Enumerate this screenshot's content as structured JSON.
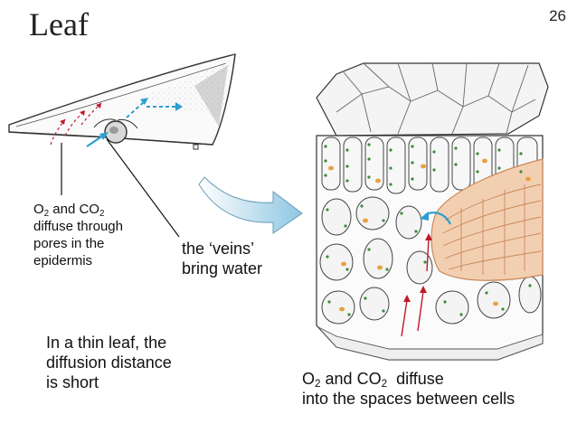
{
  "slide": {
    "title": "Leaf",
    "number": "26"
  },
  "labels": {
    "pores": {
      "line1_a": "O",
      "line1_sub1": "2",
      "line1_b": " and CO",
      "line1_sub2": "2",
      "line2": "diffuse through",
      "line3": "pores in the",
      "line4": "epidermis"
    },
    "veins": {
      "line1": "the ‘veins’",
      "line2": "bring water"
    },
    "thin_leaf": {
      "line1": "In a thin leaf, the",
      "line2": "diffusion distance",
      "line3": "is short"
    },
    "spaces": {
      "line1_a": "O",
      "line1_sub1": "2",
      "line1_b": " and CO",
      "line1_sub2": "2",
      "line1_c": "  diffuse",
      "line2": "into the spaces between cells"
    }
  },
  "colors": {
    "blue_arrow": "#2a9fd0",
    "red_arrow": "#c01a2a",
    "vein_orange": "#e8a878",
    "cell_dots": "#3d8a3d",
    "big_arrow": "#9ccde4"
  }
}
